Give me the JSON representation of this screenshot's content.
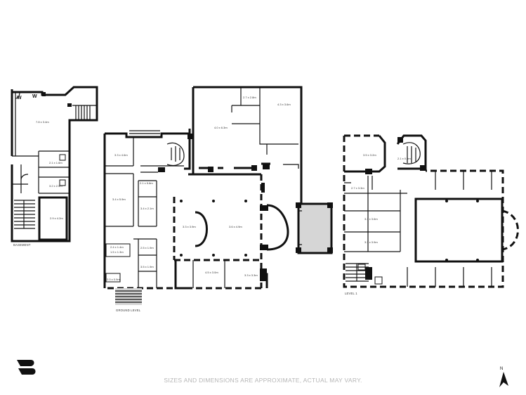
{
  "disclaimer": "SIZES AND DIMENSIONS ARE APPROXIMATE, ACTUAL MAY VARY.",
  "compass_label": "N",
  "levels": {
    "basement": "BASEMENT",
    "ground": "GROUND LEVEL",
    "level1": "LEVEL 1"
  },
  "rooms": {
    "basement": [
      "7.8 x 3.4m",
      "2.1 x 1.6m",
      "3.2 x 2.5m",
      "2.9 x 4.2m"
    ],
    "ground": [
      "4.0 x 6.3m",
      "2.7 x 2.8m",
      "4.3 x 3.6m",
      "3.3 x 4.6m",
      "3.4 x 5.9m",
      "2.1 x 5.8m",
      "3.4 x 2.1m",
      "2.4 x 1.4m",
      "3.3 x 3.9m",
      "3.6 x 4.9m",
      "2.5 x 1.9m",
      "3.5 x 1.9m",
      "4.5 x 3.0m",
      "3.3 x 3.3m",
      "2.0 x 0.9m",
      "1.5 x 1.3m"
    ],
    "level1": [
      "3.5 x 3.2m",
      "2.7 x 3.3m",
      "3.3 x 3.6m",
      "3.3 x 3.9m",
      "2.1 x 0.9m"
    ]
  },
  "markers": {
    "w1": "W",
    "w2": "W"
  },
  "icons": [
    "logo-mark",
    "compass-arrow"
  ]
}
